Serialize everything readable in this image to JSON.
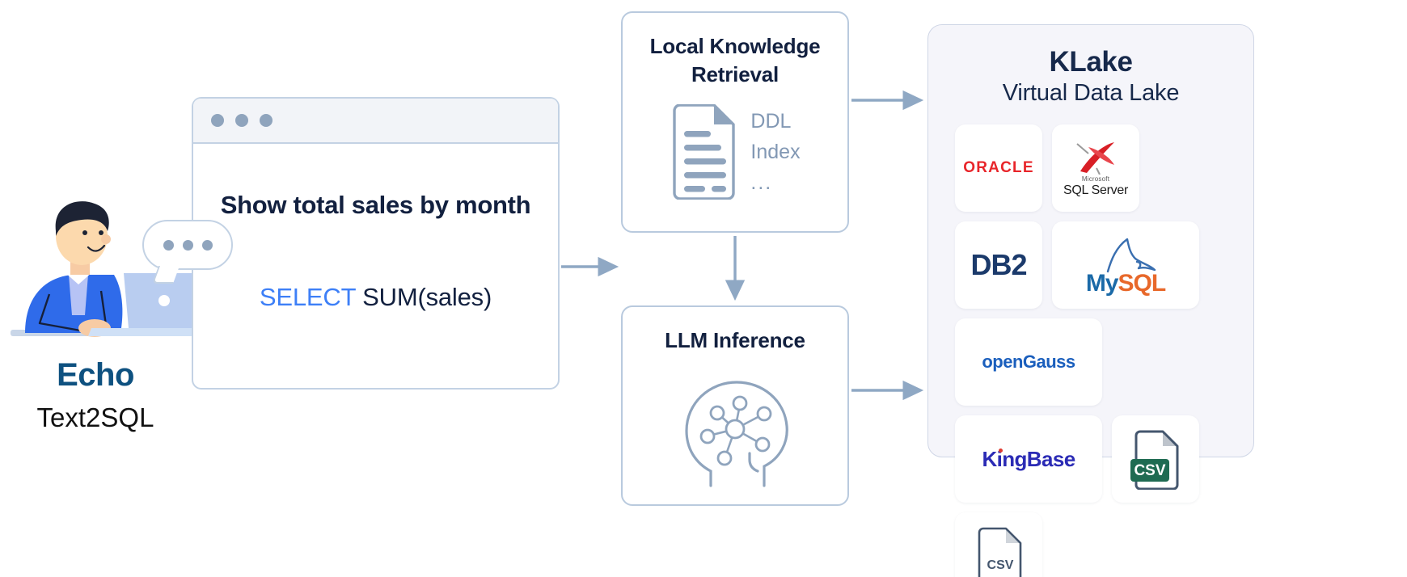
{
  "persona": {
    "title": "Echo",
    "subtitle": "Text2SQL",
    "bubble_dots": 3,
    "accent_color": "#0e5180"
  },
  "browser": {
    "window_dots": 3,
    "nl_query": "Show total sales by month",
    "sql": {
      "keyword": "SELECT",
      "rest": " SUM(sales)",
      "keyword_color": "#3d7ff7"
    }
  },
  "pipeline": {
    "knowledge": {
      "title_line1": "Local Knowledge",
      "title_line2": "Retrieval",
      "icon": "document-icon",
      "labels": [
        "DDL",
        "Index",
        "..."
      ]
    },
    "llm": {
      "title": "LLM Inference",
      "icon": "brain-network-icon"
    }
  },
  "klake": {
    "title": "KLake",
    "subtitle": "Virtual Data Lake",
    "panel_color": "#f5f5fa",
    "sources": [
      {
        "name": "Oracle",
        "label": "ORACLE",
        "color": "#e8252a",
        "kind": "text"
      },
      {
        "name": "SQL Server",
        "label": "SQL Server",
        "vendor": "Microsoft",
        "color": "#e8252a",
        "kind": "sqlserver"
      },
      {
        "name": "DB2",
        "label": "DB2",
        "color": "#1b3a6b",
        "kind": "text"
      },
      {
        "name": "MySQL",
        "label_a": "My",
        "label_b": "SQL",
        "color_a": "#1b6aa8",
        "color_b": "#e8682a",
        "kind": "mysql"
      },
      {
        "name": "openGauss",
        "label": "openGauss",
        "color": "#1b5fbd",
        "kind": "text"
      },
      {
        "name": "KingBase",
        "label": "KingBase",
        "color": "#2b2bb5",
        "kind": "kingbase"
      },
      {
        "name": "CSV filled",
        "label": "CSV",
        "color": "#1f6b52",
        "kind": "csv-filled"
      },
      {
        "name": "CSV outline",
        "label": "CSV",
        "color": "#44566e",
        "kind": "csv-outline"
      }
    ]
  },
  "arrows": {
    "color": "#8fa8c4",
    "flows": [
      "browser-to-knowledge",
      "knowledge-to-klake",
      "knowledge-to-llm",
      "llm-to-klake"
    ]
  }
}
